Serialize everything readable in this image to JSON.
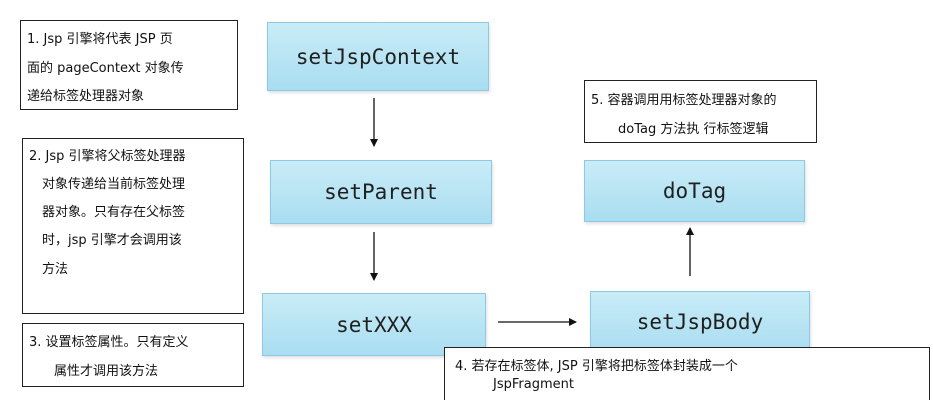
{
  "steps": {
    "set_jsp_context": "setJspContext",
    "set_parent": "setParent",
    "set_xxx": "setXXX",
    "set_jsp_body": "setJspBody",
    "do_tag": "doTag"
  },
  "notes": {
    "note1": [
      "1. Jsp 引擎将代表 JSP 页",
      "面的 pageContext 对象传",
      "递给标签处理器对象"
    ],
    "note2": [
      "2. Jsp 引擎将父标签处理器",
      "对象传递给当前标签处理",
      "器对象。只有存在父标签",
      "时，jsp 引擎才会调用该",
      "方法"
    ],
    "note3": [
      "3. 设置标签属性。只有定义",
      "属性才调用该方法"
    ],
    "note4": [
      "4. 若存在标签体, JSP 引擎将把标签体封装成一个",
      "JspFragment"
    ],
    "note5": [
      "5. 容器调用用标签处理器对象的",
      "doTag 方法执 行标签逻辑"
    ]
  },
  "colors": {
    "box_fill_top": "#c9ecf7",
    "box_fill_bottom": "#a9ddf1",
    "box_border": "#8cc9e3",
    "arrow": "#111111"
  }
}
